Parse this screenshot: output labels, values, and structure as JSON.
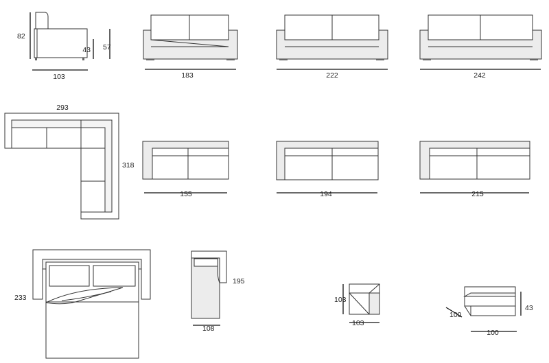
{
  "dimensions": {
    "armchair_side_height": "82",
    "armchair_side_seat": "43",
    "armchair_side_arm": "57",
    "armchair_side_depth": "103",
    "sofa_front_small": "183",
    "sofa_front_medium": "222",
    "sofa_front_large": "242",
    "corner_width": "293",
    "corner_depth": "318",
    "sofa_bed_small": "155",
    "sofa_bed_medium": "194",
    "sofa_bed_large": "215",
    "bed_length": "233",
    "chaise_length": "195",
    "chaise_width": "108",
    "corner_module_depth": "103",
    "corner_module_width": "103",
    "pouf_height": "43",
    "pouf_depth": "100",
    "pouf_width": "100"
  }
}
